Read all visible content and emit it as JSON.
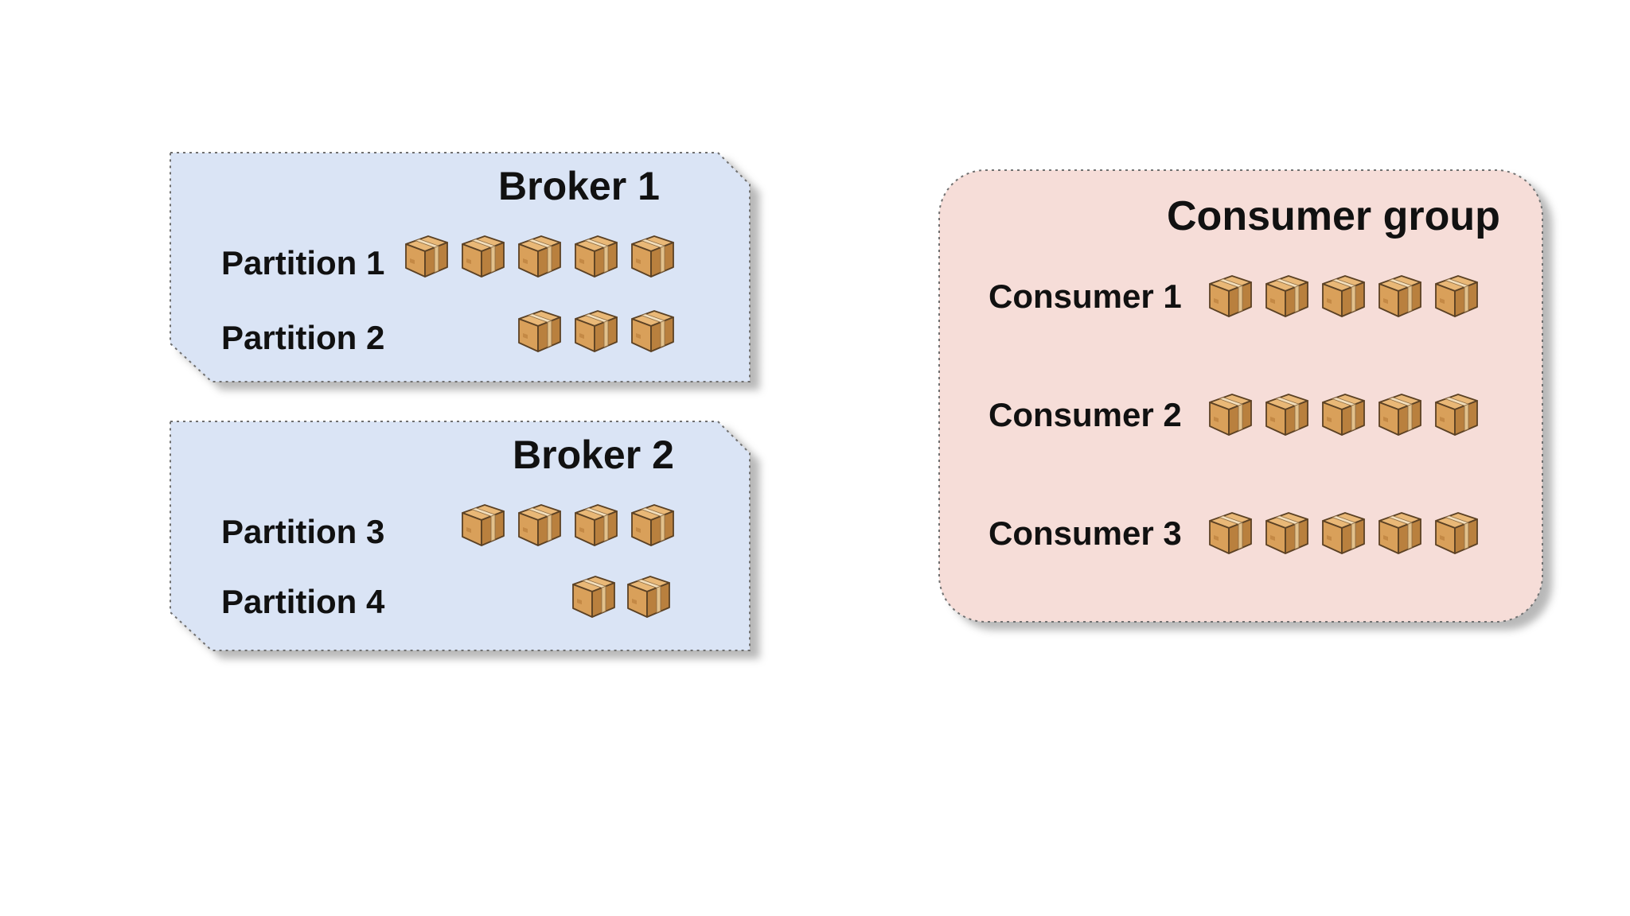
{
  "brokers": [
    {
      "title": "Broker 1",
      "partitions": [
        {
          "label": "Partition 1",
          "messages": 5
        },
        {
          "label": "Partition 2",
          "messages": 3
        }
      ]
    },
    {
      "title": "Broker 2",
      "partitions": [
        {
          "label": "Partition 3",
          "messages": 4
        },
        {
          "label": "Partition 4",
          "messages": 2
        }
      ]
    }
  ],
  "consumer_group": {
    "title": "Consumer group",
    "consumers": [
      {
        "label": "Consumer 1",
        "messages": 5
      },
      {
        "label": "Consumer 2",
        "messages": 5
      },
      {
        "label": "Consumer 3",
        "messages": 5
      }
    ]
  },
  "colors": {
    "broker_fill": "#dae4f5",
    "consumer_group_fill": "#f6ddd8",
    "border": "#6f6f6f",
    "box_top": "#e9b877",
    "box_front": "#d9a05a",
    "box_side": "#b9803e",
    "box_tape": "#f3dfbc"
  },
  "icons": {
    "message": "package-box-icon"
  }
}
